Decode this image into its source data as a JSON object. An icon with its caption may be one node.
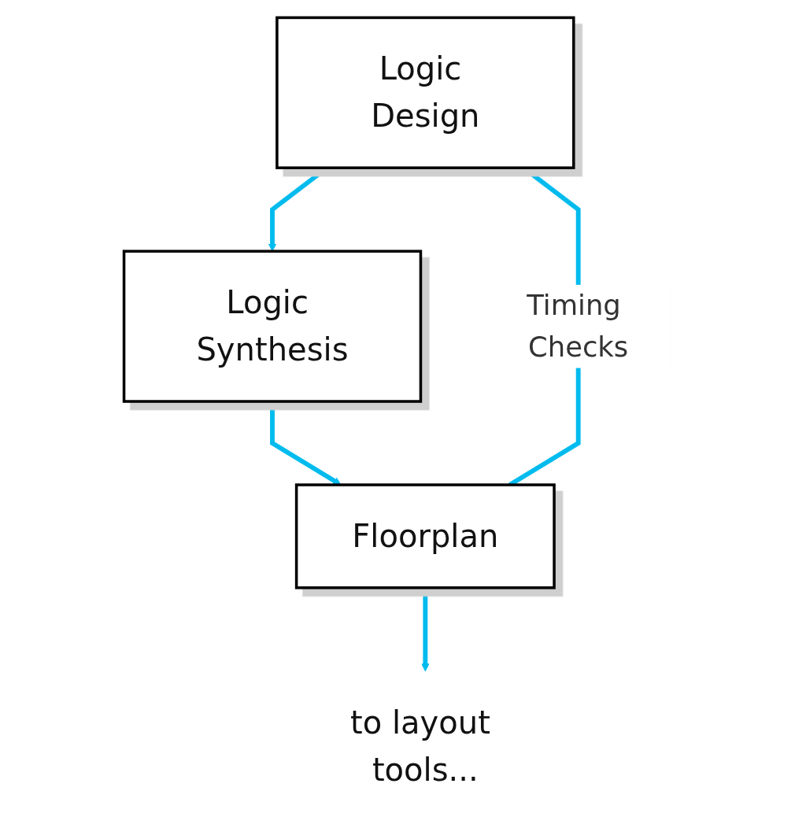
{
  "diagram": {
    "nodes": [
      {
        "text": [
          "Logic Design"
        ]
      },
      {
        "text": [
          "Logic Synthesis"
        ]
      },
      {
        "text": [
          "Floorplan"
        ]
      },
      {
        "text": [
          "to layout tools..."
        ]
      }
    ],
    "edges": [
      {
        "from": 0,
        "to": 1,
        "arrow": "to"
      },
      {
        "from": 1,
        "to": 2,
        "arrow": "to"
      },
      {
        "from": 2,
        "to": 0,
        "arrow": "to",
        "label": "Timing Checks"
      },
      {
        "from": 2,
        "to": 3,
        "arrow": "to"
      }
    ]
  }
}
